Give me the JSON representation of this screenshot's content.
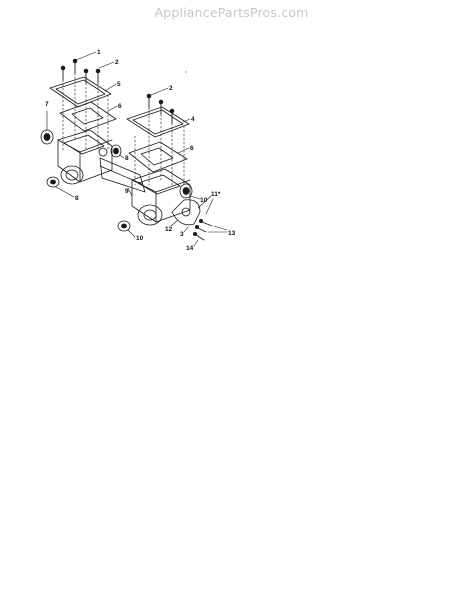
{
  "watermark": "AppliancePartsPros.com",
  "diagram": {
    "callouts": [
      {
        "id": "c1",
        "label": "1"
      },
      {
        "id": "c2a",
        "label": "2"
      },
      {
        "id": "c5",
        "label": "5"
      },
      {
        "id": "c6a",
        "label": "6"
      },
      {
        "id": "c7",
        "label": "7"
      },
      {
        "id": "c2b",
        "label": "2"
      },
      {
        "id": "c4",
        "label": "4"
      },
      {
        "id": "c6b",
        "label": "6"
      },
      {
        "id": "c8a",
        "label": "8"
      },
      {
        "id": "c8b",
        "label": "8"
      },
      {
        "id": "c9",
        "label": "9"
      },
      {
        "id": "c11",
        "label": "11*"
      },
      {
        "id": "c10a",
        "label": "10"
      },
      {
        "id": "c10b",
        "label": "10"
      },
      {
        "id": "c12",
        "label": "12"
      },
      {
        "id": "c3",
        "label": "3"
      },
      {
        "id": "c13",
        "label": "13"
      },
      {
        "id": "c14",
        "label": "14"
      }
    ]
  }
}
